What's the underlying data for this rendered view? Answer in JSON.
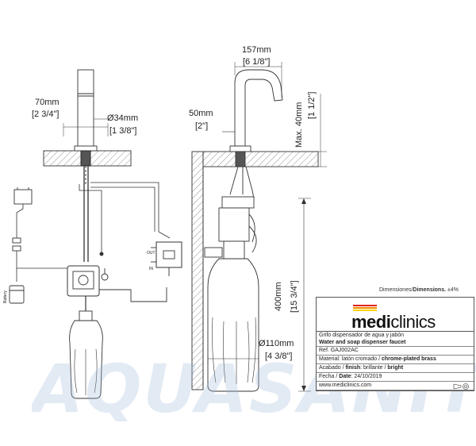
{
  "dimensions": {
    "d70mm": "70mm",
    "d2_34in": "[2 3/4\"]",
    "d34mm": "Ø34mm",
    "d1_38in": "[1 3/8\"]",
    "d157mm": "157mm",
    "d6_18in": "[6 1/8\"]",
    "dmax40": "Max. 40mm",
    "d1_12in": "[1 1/2\"]",
    "d50mm": "50mm",
    "d2in": "[2\"]",
    "d400mm": "400mm",
    "d15_34in": "[15 3/4\"]",
    "d110mm": "Ø110mm",
    "d4_38in": "[4 3/8\"]"
  },
  "labels": {
    "out": "OUT",
    "in": "IN",
    "battery": "Battery"
  },
  "watermark": "AQUASANIT",
  "title_block": {
    "dims_note_prefix": "Dimensiones/",
    "dims_note_bold": "Dimensions.",
    "dims_note_suffix": " ±4%",
    "logo_light": "medi",
    "logo_dark": "clinics",
    "logo_colors": [
      "#e2231a",
      "#f28c00",
      "#ffd400"
    ],
    "desc_es": "Grifo dispensador de agua y jabón",
    "desc_en": "Water and soap dispenser faucet",
    "ref": "Ref. GAJ002AC",
    "material_label": "Material: latón cromado / ",
    "material_bold": "chrome-plated brass",
    "finish_label": "Acabado / ",
    "finish_bold": "finish",
    "finish_value": ": brillante / ",
    "finish_value_bold": "bright",
    "date_label": "Fecha / ",
    "date_bold": "Date",
    "date_value": ": 24/10/2019",
    "website": "www.mediclinics.com"
  }
}
